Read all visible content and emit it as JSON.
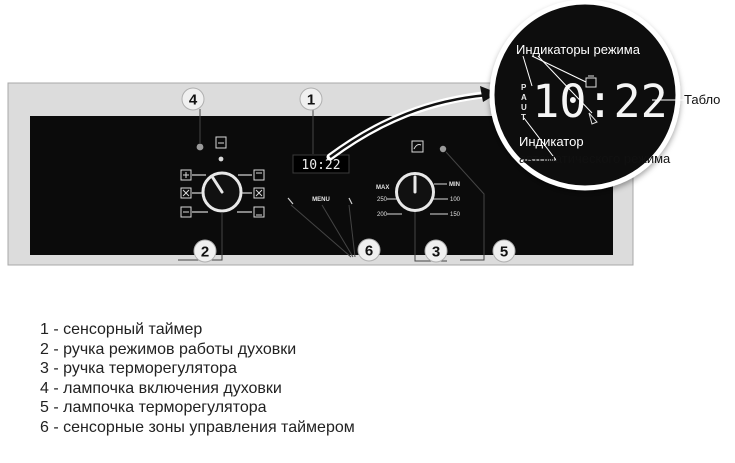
{
  "diagram": {
    "callouts": [
      "1",
      "2",
      "3",
      "4",
      "5",
      "6"
    ],
    "display_time": "10:22",
    "zoom_time": "10:22",
    "zoom_indicator_letters": [
      "P",
      "A",
      "U",
      "T"
    ],
    "mode_indicators_label": "Индикаторы режима",
    "display_label": "Табло",
    "auto_mode_label_line1": "Индикатор",
    "auto_mode_label_line2": "автоматического режима",
    "menu_label": "MENU",
    "temp_scale": {
      "max": "MAX",
      "min": "MIN",
      "t250": "250",
      "t200": "200",
      "t100": "100",
      "t150": "150"
    }
  },
  "legend": [
    "1 - сенсорный таймер",
    "2 - ручка режимов работы духовки",
    "3 - ручка терморегулятора",
    "4 - лампочка включения духовки",
    "5 - лампочка терморегулятора",
    "6 - сенсорные зоны управления таймером"
  ]
}
